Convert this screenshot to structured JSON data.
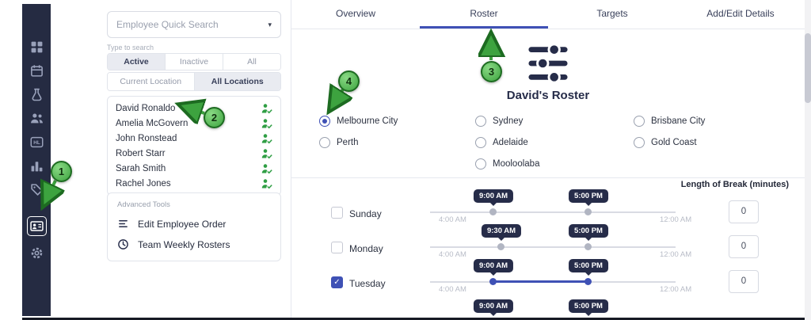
{
  "sidebar": {
    "hl_label": "HL",
    "icons": [
      "dashboard",
      "calendar",
      "flask",
      "team",
      "hl-badge",
      "stats",
      "tags",
      "employee-card",
      "settings"
    ]
  },
  "search_panel": {
    "quick_search_placeholder": "Employee Quick Search",
    "type_to_search_label": "Type to search",
    "status_filters": [
      "Active",
      "Inactive",
      "All"
    ],
    "selected_status": "Active",
    "location_filters": [
      "Current Location",
      "All Locations"
    ],
    "selected_location_filter": "All Locations",
    "employees": [
      "David Ronaldo",
      "Amelia McGovern",
      "John Ronstead",
      "Robert Starr",
      "Sarah Smith",
      "Rachel Jones"
    ],
    "advanced_tools": {
      "title": "Advanced Tools",
      "items": [
        "Edit Employee Order",
        "Team Weekly Rosters"
      ]
    }
  },
  "main": {
    "tabs": [
      "Overview",
      "Roster",
      "Targets",
      "Add/Edit Details"
    ],
    "active_tab": "Roster",
    "roster_title": "David's Roster",
    "locations": [
      {
        "label": "Melbourne City",
        "selected": true
      },
      {
        "label": "Sydney",
        "selected": false
      },
      {
        "label": "Brisbane City",
        "selected": false
      },
      {
        "label": "Perth",
        "selected": false
      },
      {
        "label": "Adelaide",
        "selected": false
      },
      {
        "label": "Gold Coast",
        "selected": false
      },
      {
        "label": "Mooloolaba",
        "selected": false
      }
    ],
    "break_header": "Length of Break (minutes)",
    "slider_min": "4:00 AM",
    "slider_max": "12:00 AM",
    "days": [
      {
        "label": "Sunday",
        "checked": false,
        "start": "9:00 AM",
        "end": "5:00 PM",
        "break_minutes": "0"
      },
      {
        "label": "Monday",
        "checked": false,
        "start": "9:30 AM",
        "end": "5:00 PM",
        "break_minutes": "0"
      },
      {
        "label": "Tuesday",
        "checked": true,
        "start": "9:00 AM",
        "end": "5:00 PM",
        "break_minutes": "0"
      },
      {
        "start": "9:00 AM",
        "end": "5:00 PM"
      }
    ]
  },
  "annotations": {
    "steps": [
      "1",
      "2",
      "3",
      "4"
    ]
  },
  "icons": {
    "caret_down": "▾",
    "checkmark": "✓"
  },
  "colors": {
    "accent": "#3f51b5",
    "sidebar": "#252b42",
    "dark_navy": "#262c49",
    "green": "#2f9e44",
    "annotation_green": "#3da33f"
  }
}
